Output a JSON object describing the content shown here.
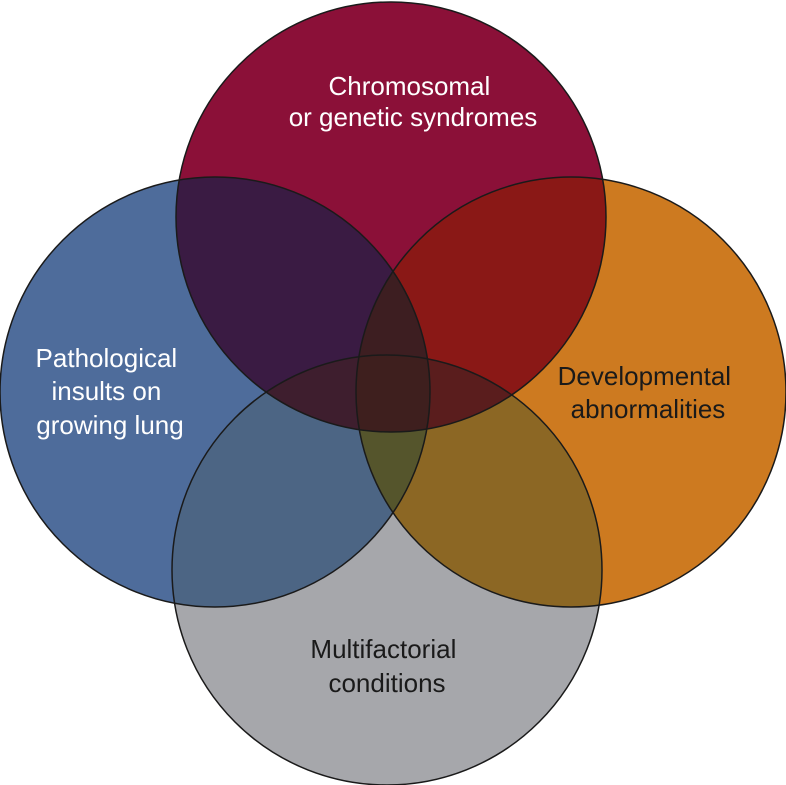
{
  "diagram": {
    "sets": [
      {
        "id": "genetic",
        "lines": [
          "Chromosomal",
          "or genetic syndromes"
        ],
        "color": "#8B1038",
        "label_color": "#ffffff"
      },
      {
        "id": "pathological",
        "lines": [
          "Pathological",
          "insults on",
          "growing lung"
        ],
        "color": "#4E6C9B",
        "label_color": "#ffffff"
      },
      {
        "id": "developmental",
        "lines": [
          "Developmental",
          "abnormalities"
        ],
        "color": "#CD7A20",
        "label_color": "#1a1a1a"
      },
      {
        "id": "multifactorial",
        "lines": [
          "Multifactorial",
          "conditions"
        ],
        "color": "#A6A7AB",
        "label_color": "#1a1a1a"
      }
    ],
    "overlap_colors": {
      "genetic+pathological": "#3A1B43",
      "genetic+developmental": "#8A1816",
      "pathological+multifactorial": "#4C6584",
      "developmental+multifactorial": "#8C6724",
      "genetic+pathological+developmental": "#3D1E21",
      "genetic+pathological+multifactorial": "#3E1E2E",
      "genetic+developmental+multifactorial": "#5A1D1D",
      "pathological+developmental+multifactorial": "#55552C",
      "all": "#3E1F1E"
    },
    "outline_color": "#1a1a1a"
  }
}
